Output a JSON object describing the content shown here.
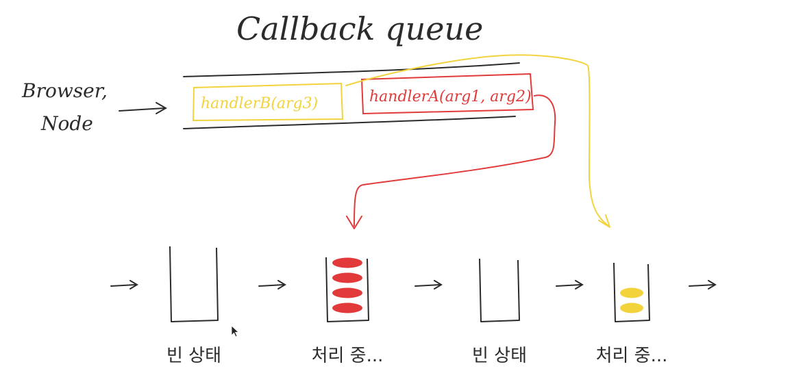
{
  "diagram": {
    "title": "Callback queue",
    "source_label_line1": "Browser,",
    "source_label_line2": "Node",
    "queue_items": [
      {
        "label": "handlerB(arg3)",
        "color": "#f2d33c"
      },
      {
        "label": "handlerA(arg1, arg2)",
        "color": "#e23a3a"
      }
    ],
    "stacks": [
      {
        "label": "빈 상태",
        "items": 0,
        "item_color": ""
      },
      {
        "label": "처리 중...",
        "items": 4,
        "item_color": "#e23a3a"
      },
      {
        "label": "빈 상태",
        "items": 0,
        "item_color": ""
      },
      {
        "label": "처리 중...",
        "items": 2,
        "item_color": "#f2d33c"
      }
    ],
    "colors": {
      "ink": "#2b2b2b",
      "red": "#e23a3a",
      "yellow": "#f2d33c"
    }
  }
}
